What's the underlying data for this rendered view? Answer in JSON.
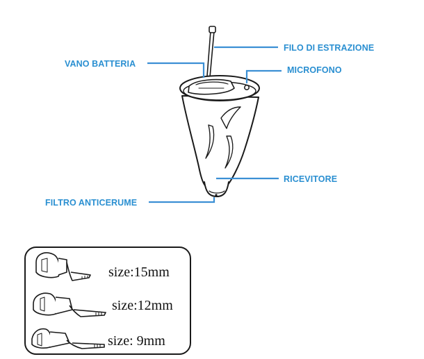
{
  "colors": {
    "label": "#2a8fd1",
    "leader": "#3b8fd4",
    "outline": "#1a1a1a"
  },
  "labels": {
    "filo": "FILO DI ESTRAZIONE",
    "microfono": "MICROFONO",
    "vano": "VANO BATTERIA",
    "ricevitore": "RICEVITORE",
    "filtro": "FILTRO ANTICERUME"
  },
  "sizes": {
    "s15": "size:15mm",
    "s12": "size:12mm",
    "s9": "size: 9mm"
  },
  "icons": {
    "device": "hearing-aid-icon",
    "tip": "ear-dome-icon"
  }
}
